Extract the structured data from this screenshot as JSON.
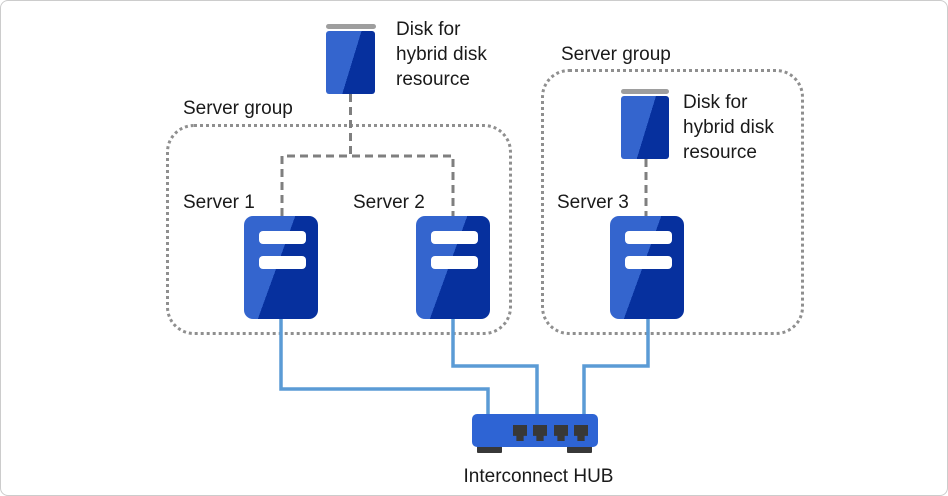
{
  "diagram": {
    "shared_disk": {
      "label": "Disk for\nhybrid disk\nresource"
    },
    "groups": [
      {
        "label": "Server group",
        "servers": [
          {
            "label": "Server 1"
          },
          {
            "label": "Server 2"
          }
        ]
      },
      {
        "label": "Server group",
        "disk": {
          "label": "Disk for\nhybrid disk\nresource"
        },
        "servers": [
          {
            "label": "Server 3"
          }
        ]
      }
    ],
    "hub": {
      "label": "Interconnect HUB"
    }
  },
  "colors": {
    "icon_blue_light": "#3465CE",
    "icon_blue_dark": "#06309E",
    "hub_blue": "#2E64D4",
    "connector_blue": "#5B9BD5",
    "connector_gray": "#7F7F7F",
    "group_border_gray": "#8F8F8F",
    "disk_cap_gray": "#9E9E9E",
    "port_dark": "#383838",
    "text_black": "#1A1A1A",
    "canvas_border": "#CCCCCC"
  }
}
